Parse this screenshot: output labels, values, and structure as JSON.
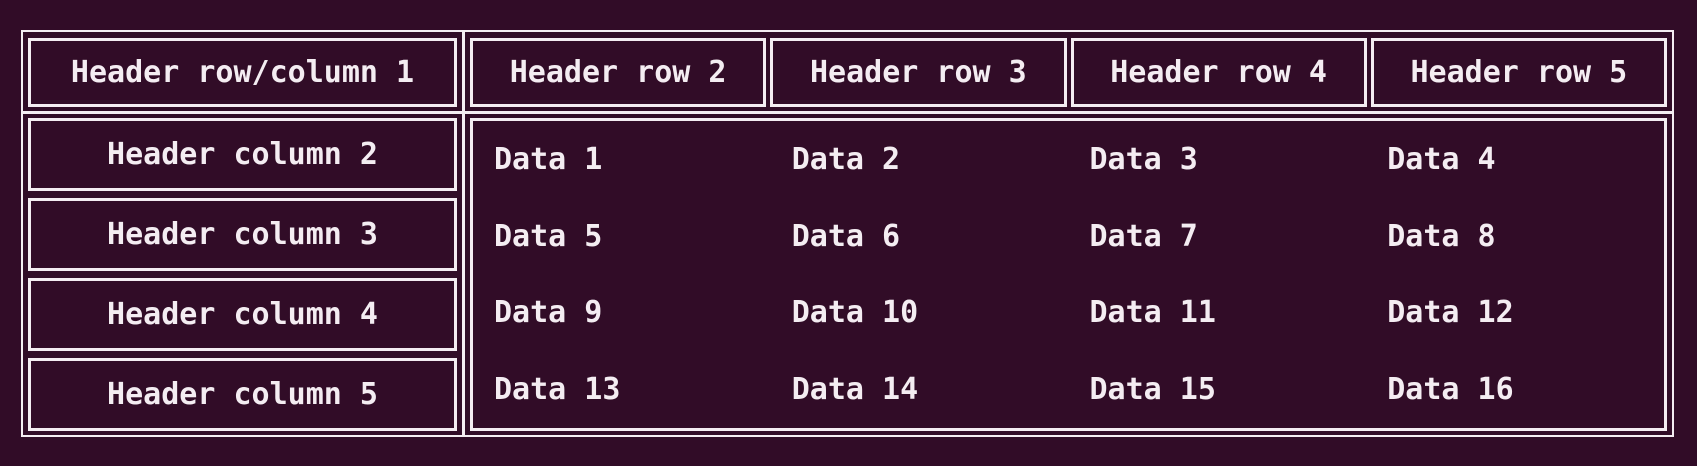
{
  "colors": {
    "background": "#310c27",
    "foreground": "#f4edf2"
  },
  "table": {
    "corner_header": "Header row/column 1",
    "top_headers": [
      "Header row 2",
      "Header row 3",
      "Header row 4",
      "Header row 5"
    ],
    "left_headers": [
      "Header column 2",
      "Header column 3",
      "Header column 4",
      "Header column 5"
    ],
    "rows": [
      [
        "Data 1",
        "Data 2",
        "Data 3",
        "Data 4"
      ],
      [
        "Data 5",
        "Data 6",
        "Data 7",
        "Data 8"
      ],
      [
        "Data 9",
        "Data 10",
        "Data 11",
        "Data 12"
      ],
      [
        "Data 13",
        "Data 14",
        "Data 15",
        "Data 16"
      ]
    ]
  }
}
